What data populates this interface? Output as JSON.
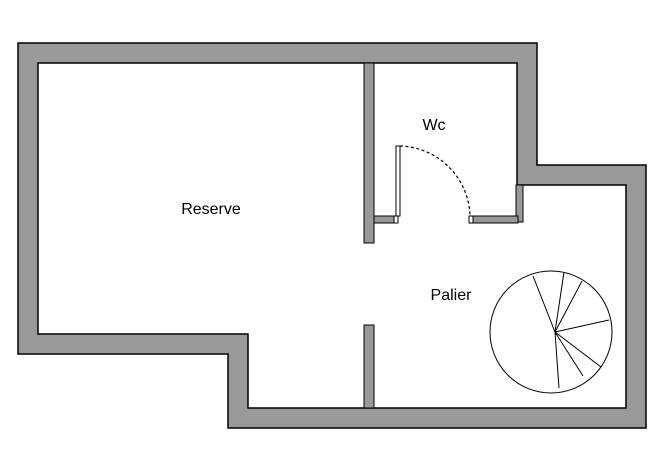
{
  "rooms": {
    "reserve": "Reserve",
    "wc": "Wc",
    "palier": "Palier"
  },
  "colors": {
    "wall_fill": "#999999",
    "wall_stroke": "#000000",
    "floor": "#ffffff"
  },
  "icons": {
    "door": "door-swing-icon",
    "stairs": "spiral-staircase-icon"
  }
}
